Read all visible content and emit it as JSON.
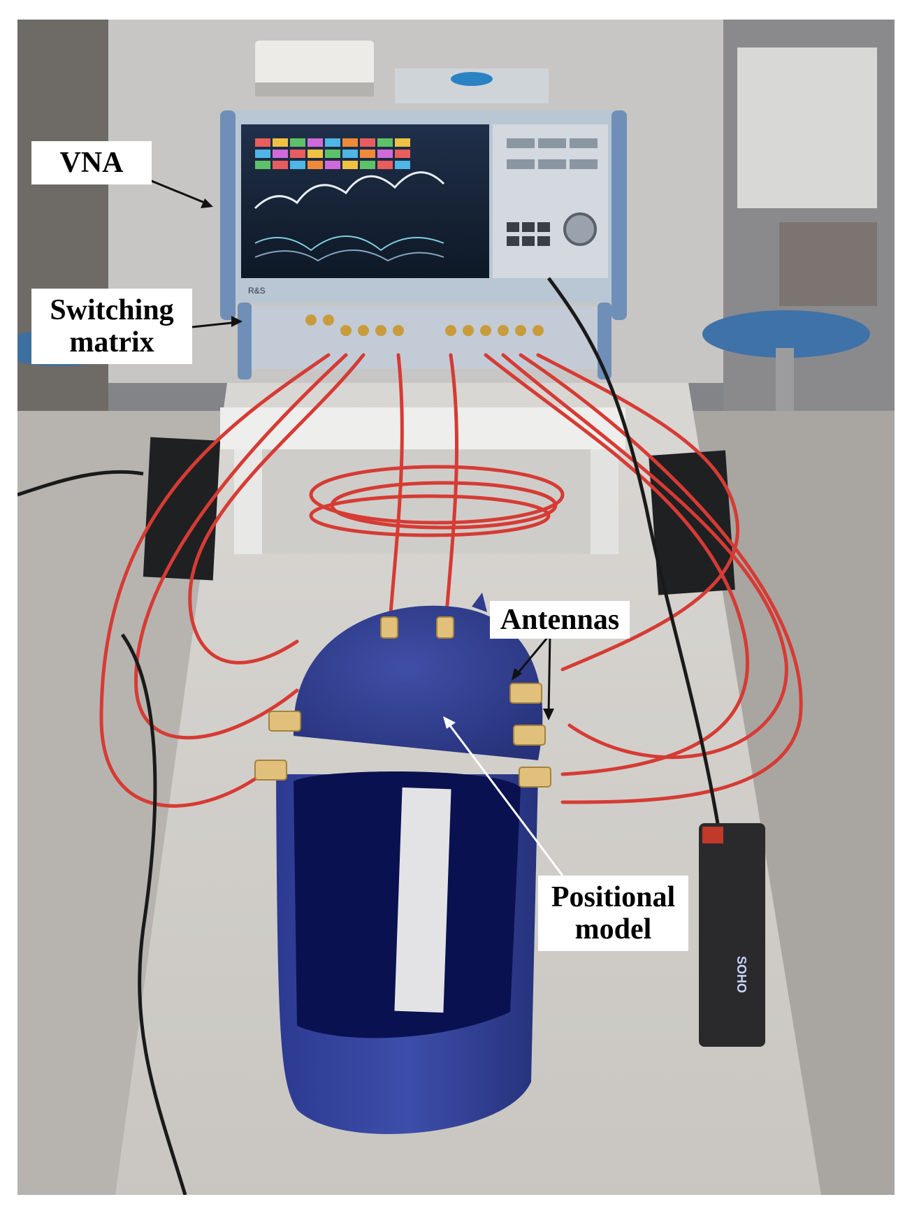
{
  "figure": {
    "labels": {
      "vna": "VNA",
      "switching_line1": "Switching",
      "switching_line2": "matrix",
      "antennas": "Antennas",
      "positional_line1": "Positional",
      "positional_line2": "model"
    },
    "screen_brand": "R&S",
    "kit_label": "SOHO"
  }
}
